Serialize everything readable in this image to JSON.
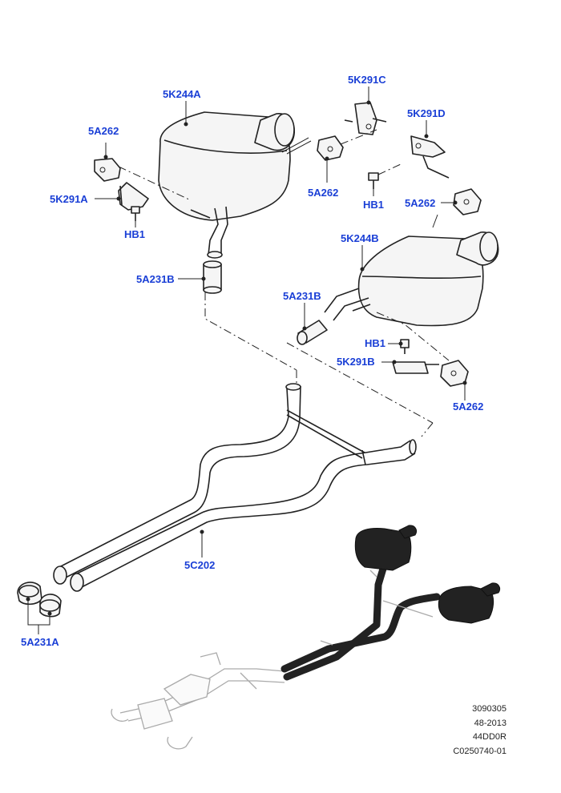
{
  "labels": {
    "rear_muffler_upper": "5K244A",
    "rear_muffler_lower": "5K244B",
    "bracket_top_c": "5K291C",
    "bracket_top_d": "5K291D",
    "bracket_a": "5K291A",
    "bracket_b": "5K291B",
    "insulator_left": "5A262",
    "insulator_center": "5A262",
    "insulator_right_upper": "5A262",
    "insulator_right_lower": "5A262",
    "bolt_left": "HB1",
    "bolt_center": "HB1",
    "bolt_lower": "HB1",
    "clamp_upper": "5A231B",
    "clamp_lower": "5A231B",
    "center_pipe": "5C202",
    "clamp_set": "5A231A"
  },
  "reference": {
    "line1": "3090305",
    "line2": "48-2013",
    "line3": "44DD0R",
    "line4": "C0250740-01"
  },
  "colors": {
    "callout": "#1a3fd6",
    "line": "#222222",
    "overview_gray": "#aaaaaa"
  }
}
